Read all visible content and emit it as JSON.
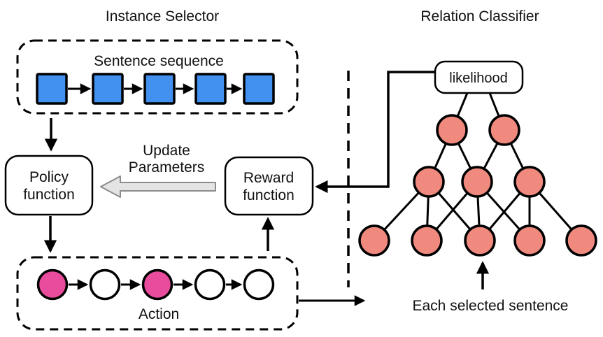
{
  "titles": {
    "instance_selector": "Instance Selector",
    "relation_classifier": "Relation Classifier"
  },
  "sentence_box": {
    "label": "Sentence sequence",
    "square_count": 5
  },
  "policy_box": {
    "line1": "Policy",
    "line2": "function"
  },
  "update_arrow": {
    "line1": "Update",
    "line2": "Parameters"
  },
  "reward_box": {
    "line1": "Reward",
    "line2": "function"
  },
  "action_box": {
    "label": "Action",
    "node_states": [
      "selected",
      "unselected",
      "selected",
      "unselected",
      "unselected"
    ]
  },
  "classifier": {
    "likelihood_label": "likelihood",
    "selected_sentence_label": "Each selected sentence",
    "layer_sizes": [
      2,
      3,
      5
    ]
  },
  "colors": {
    "sentence_square": "#4290F0",
    "selected_action": "#E94C9C",
    "unselected_action": "#FFFFFF",
    "classifier_node": "#F0897E",
    "update_arrow_fill": "#E4E4E4",
    "update_arrow_stroke": "#8C8C8C",
    "line": "#000000",
    "box_fill": "#FFFFFF"
  }
}
